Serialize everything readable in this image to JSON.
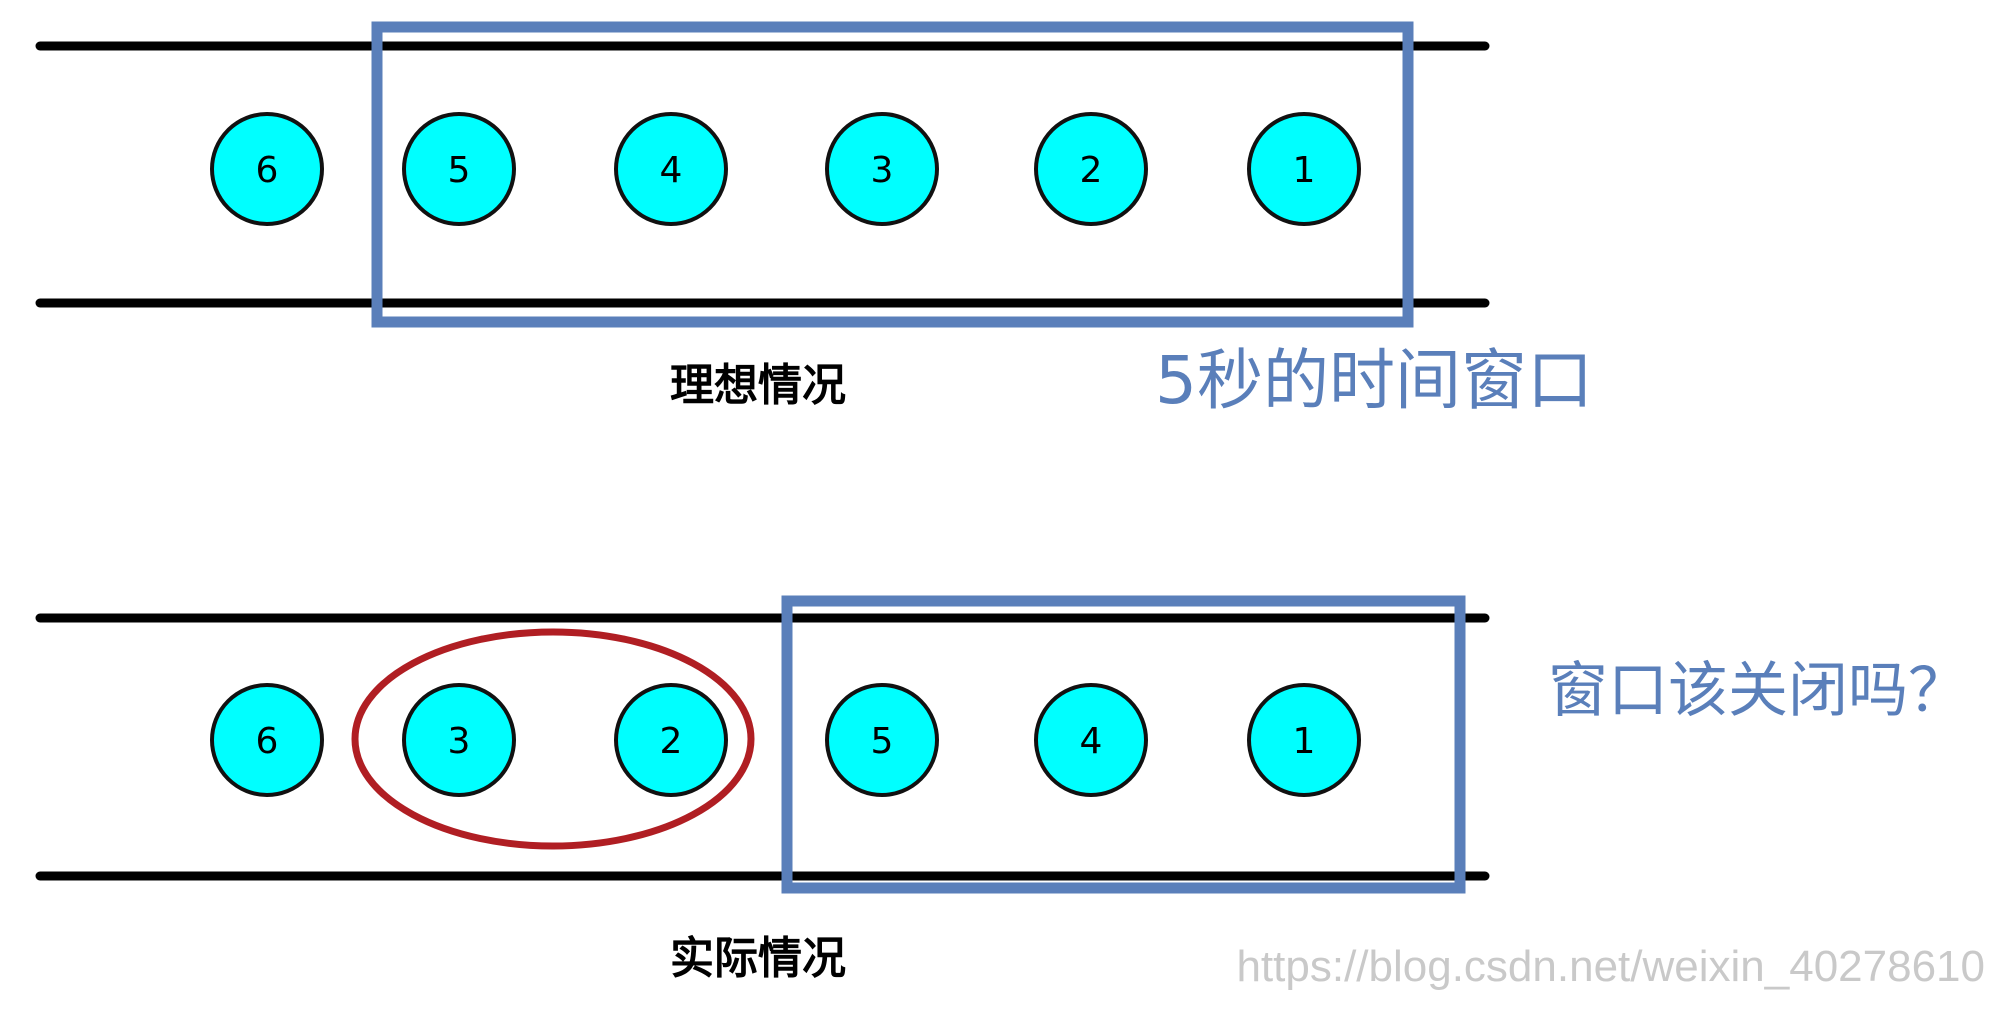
{
  "colors": {
    "event_fill": "#00ffff",
    "event_stroke": "#111111",
    "window_stroke": "#5a7fba",
    "highlight_stroke": "#b01e23",
    "rail": "#000000"
  },
  "top": {
    "events": [
      "6",
      "5",
      "4",
      "3",
      "2",
      "1"
    ],
    "caption": "理想情况",
    "window_label": "5秒的时间窗口"
  },
  "bottom": {
    "events": [
      "6",
      "3",
      "2",
      "5",
      "4",
      "1"
    ],
    "caption": "实际情况",
    "window_label": "窗口该关闭吗？"
  },
  "watermark": "https://blog.csdn.net/weixin_40278610"
}
